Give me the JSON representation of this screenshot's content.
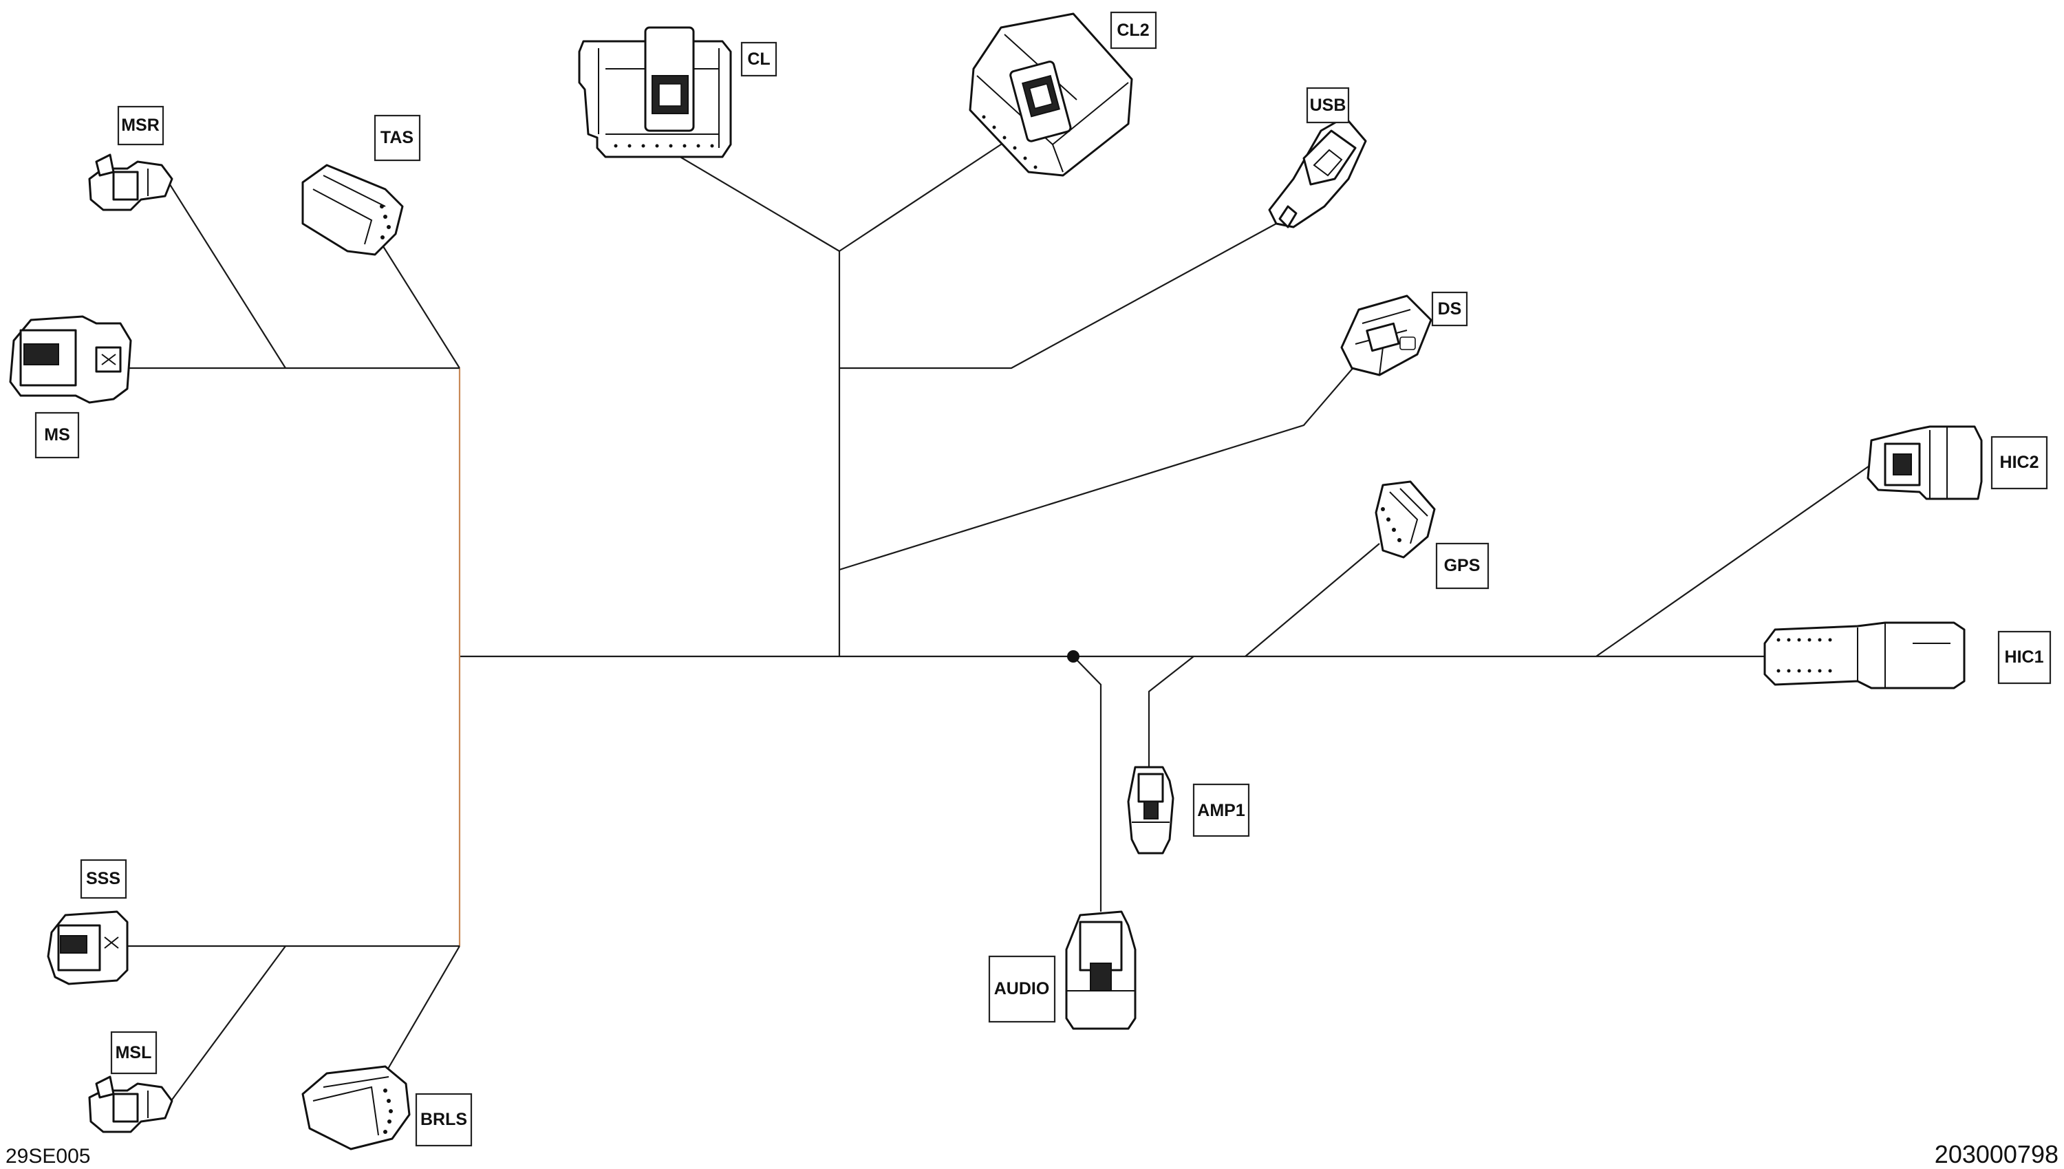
{
  "diagram": {
    "labels": {
      "cl": "CL",
      "cl2": "CL2",
      "usb": "USB",
      "ds": "DS",
      "hic2": "HIC2",
      "gps": "GPS",
      "hic1": "HIC1",
      "amp1": "AMP1",
      "audio": "AUDIO",
      "msr": "MSR",
      "tas": "TAS",
      "ms": "MS",
      "sss": "SSS",
      "msl": "MSL",
      "brls": "BRLS"
    },
    "figure_code": "29SE005",
    "part_number": "203000798"
  }
}
